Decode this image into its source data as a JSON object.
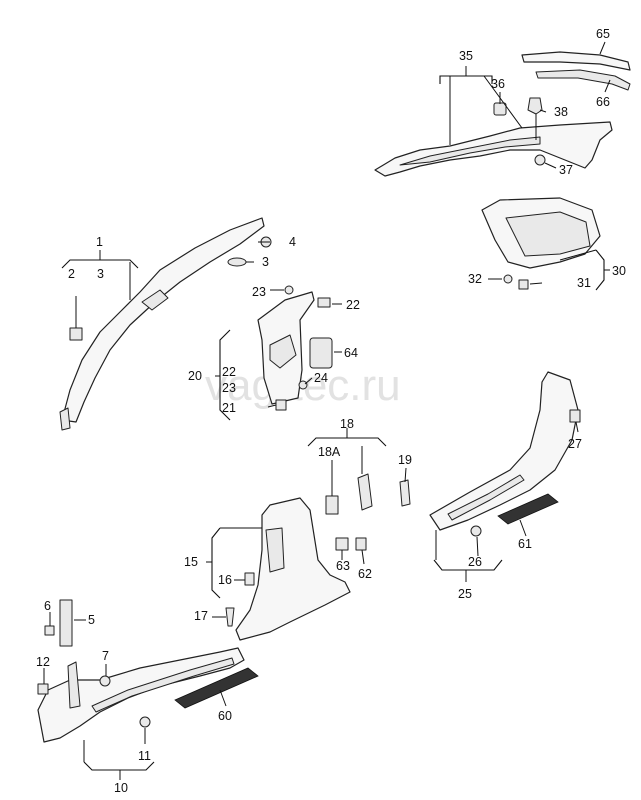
{
  "watermark": "vag-tec.ru",
  "labels": {
    "l1": "1",
    "l2": "2",
    "l3": "3",
    "l3b": "3",
    "l4": "4",
    "l5": "5",
    "l6": "6",
    "l7": "7",
    "l10": "10",
    "l11": "11",
    "l12": "12",
    "l15": "15",
    "l16": "16",
    "l17": "17",
    "l18": "18",
    "l18a": "18A",
    "l19": "19",
    "l20": "20",
    "l21": "21",
    "l22a": "22",
    "l22b": "22",
    "l23a": "23",
    "l23b": "23",
    "l24": "24",
    "l25": "25",
    "l26": "26",
    "l27": "27",
    "l30": "30",
    "l31": "31",
    "l32": "32",
    "l35": "35",
    "l36": "36",
    "l37": "37",
    "l38": "38",
    "l60": "60",
    "l61": "61",
    "l62": "62",
    "l63": "63",
    "l64": "64",
    "l65": "65",
    "l66": "66"
  }
}
